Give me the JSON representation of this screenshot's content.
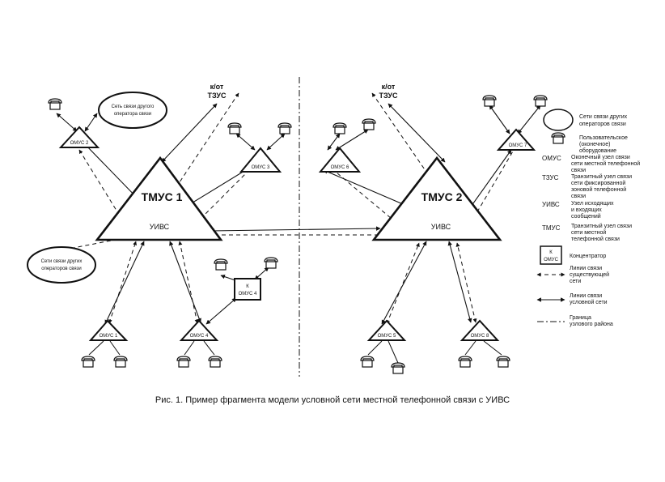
{
  "nodes": {
    "tmus1": {
      "label": "ТМУС 1",
      "sub": "УИВС"
    },
    "tmus2": {
      "label": "ТМУС 2",
      "sub": "УИВС"
    },
    "omus1": "ОМУС 1",
    "omus2": "ОМУС 2",
    "omus3": "ОМУС 3",
    "omus4": "ОМУС 4",
    "omus5": "ОМУС 5",
    "omus6": "ОМУС 6",
    "omus7": "ОМУС 7",
    "omus8": "ОМУС 8",
    "conc": {
      "k": "К",
      "name": "ОМУС 4"
    }
  },
  "external": {
    "tzus_left": [
      "к/от",
      "ТЗУС"
    ],
    "tzus_right": [
      "к/от",
      "ТЗУС"
    ],
    "other_op_top": [
      "Сеть связи другого",
      "оператора связи"
    ],
    "other_op_left": [
      "Сети связи других",
      "операторов связи"
    ]
  },
  "legend": {
    "ellipse": [
      "Сети связи других",
      "операторов связи"
    ],
    "phone": [
      "Пользовательское",
      "(оконечное)",
      "оборудование"
    ],
    "omus": {
      "abbr": "ОМУС",
      "text": [
        "Оконечный узел связи",
        "сети местной телефонной",
        "связи"
      ]
    },
    "tzus": {
      "abbr": "ТЗУС",
      "text": [
        "Транзитный узел связи",
        "сети фиксированной",
        "зоновой телефонной",
        "связи"
      ]
    },
    "uivs": {
      "abbr": "УИВС",
      "text": [
        "Узел исходящих",
        "и входящих",
        "сообщений"
      ]
    },
    "tmus": {
      "abbr": "ТМУС",
      "text": [
        "Транзитный узел связи",
        "сети местной",
        "телефонной связи"
      ]
    },
    "conc": {
      "box": [
        "К",
        "ОМУС"
      ],
      "text": "Концентратор"
    },
    "dashed": [
      "Линии связи",
      "существующей",
      "сети"
    ],
    "solid": [
      "Линии связи",
      "условной сети"
    ],
    "border": [
      "Граница",
      "узлового района"
    ]
  },
  "caption": "Рис. 1. Пример фрагмента модели условной сети местной телефонной связи с УИВС"
}
